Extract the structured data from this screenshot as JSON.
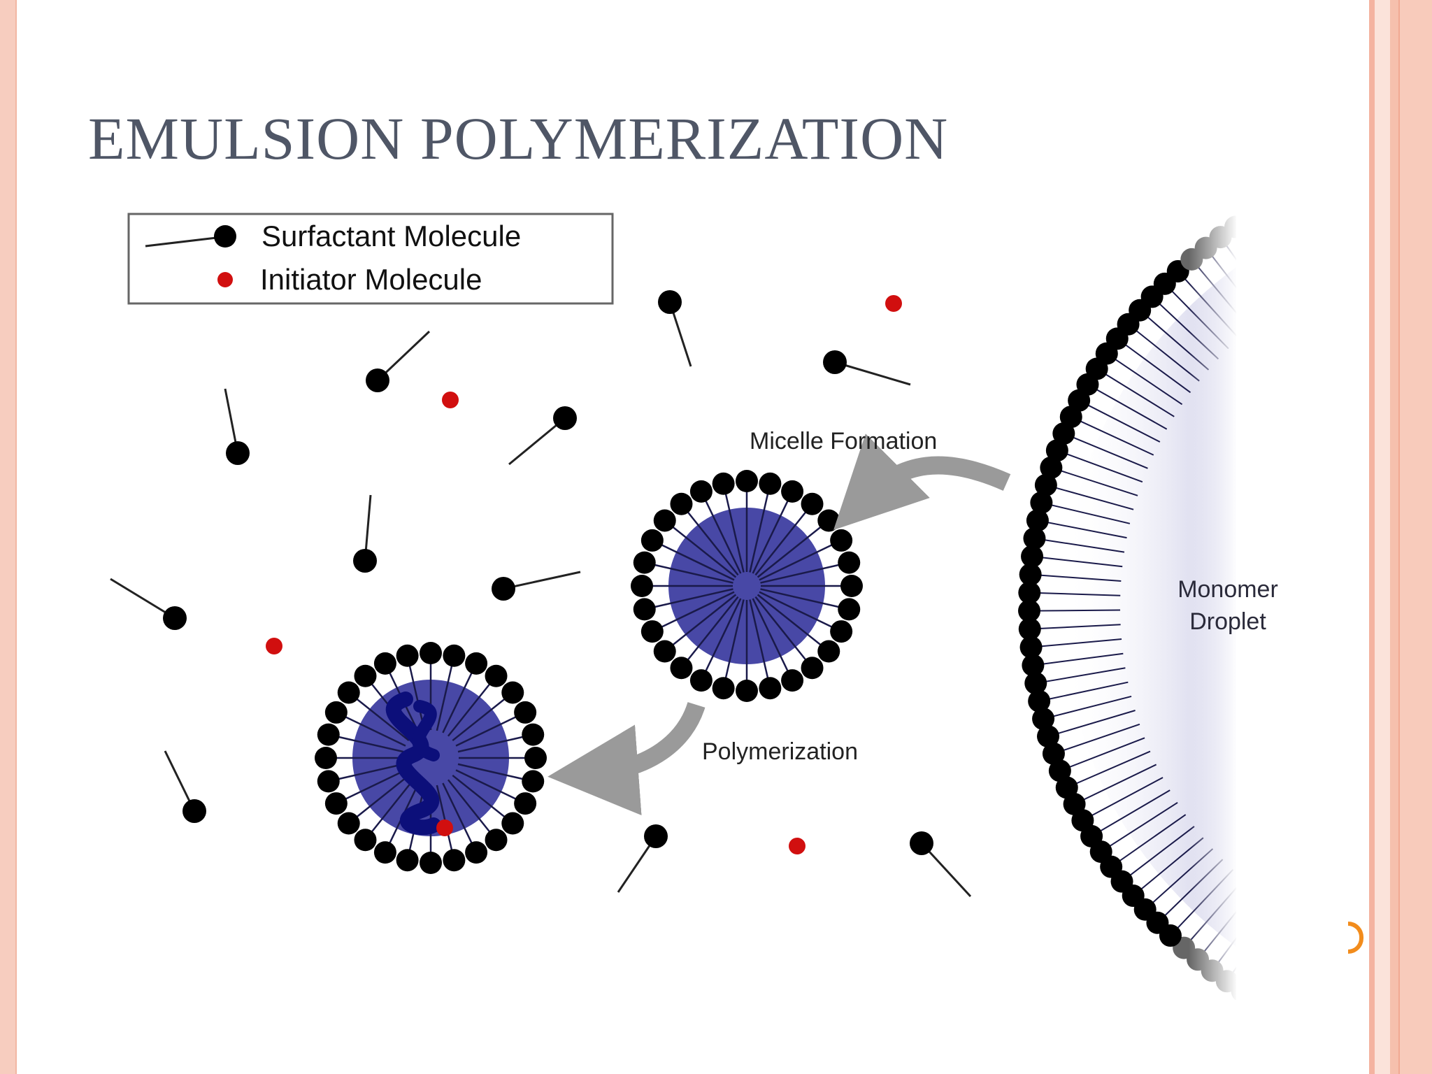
{
  "slide": {
    "title": "EMULSION POLYMERIZATION"
  },
  "legend": {
    "surfactant": "Surfactant Molecule",
    "initiator": "Initiator Molecule"
  },
  "labels": {
    "micelle_formation": "Micelle Formation",
    "polymerization": "Polymerization",
    "monomer_line1": "Monomer",
    "monomer_line2": "Droplet"
  },
  "colors": {
    "head": "#000000",
    "initiator": "#d10f0f",
    "monomer": "#4848a6",
    "polymer_chain": "#0c0f7a",
    "arrow": "#9a9a9a",
    "title": "#4f5666"
  }
}
